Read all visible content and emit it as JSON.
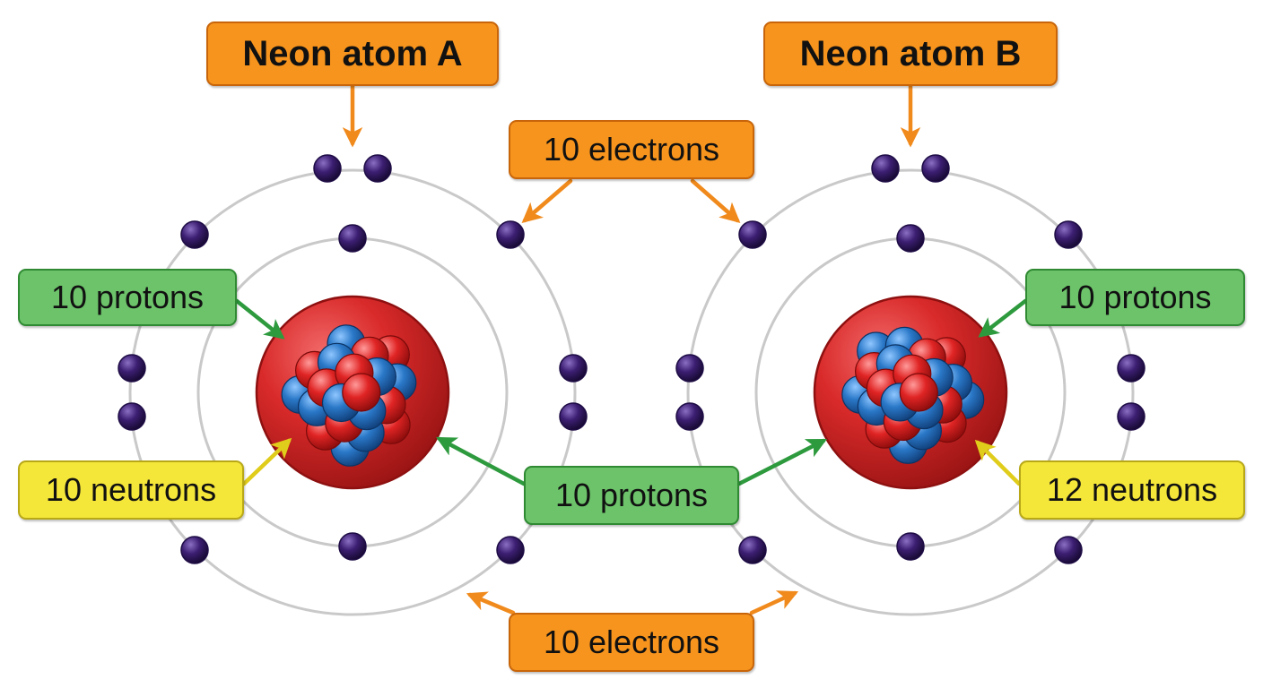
{
  "colors": {
    "orbit": "#c9c9c9",
    "electron": "#3d1f73",
    "electron_edge": "#1e0c45",
    "nucleus": "#d92a2a",
    "nucleus_edge": "#8e1010",
    "proton": "#e02424",
    "neutron": "#2a78c8",
    "arrow_orange": "#f08a1c",
    "arrow_green": "#2e9a3e",
    "arrow_yellow": "#e0cc1a"
  },
  "atoms": [
    {
      "id": "A",
      "title": "Neon atom A",
      "protons_label": "10 protons",
      "neutrons_label": "10 neutrons",
      "protons": 10,
      "neutrons": 10,
      "electrons": 10
    },
    {
      "id": "B",
      "title": "Neon atom B",
      "protons_label": "10 protons",
      "neutrons_label": "12 neutrons",
      "protons": 10,
      "neutrons": 12,
      "electrons": 10
    }
  ],
  "shared_labels": {
    "electrons_top": "10 electrons",
    "electrons_bottom": "10 electrons",
    "protons_center": "10 protons"
  }
}
